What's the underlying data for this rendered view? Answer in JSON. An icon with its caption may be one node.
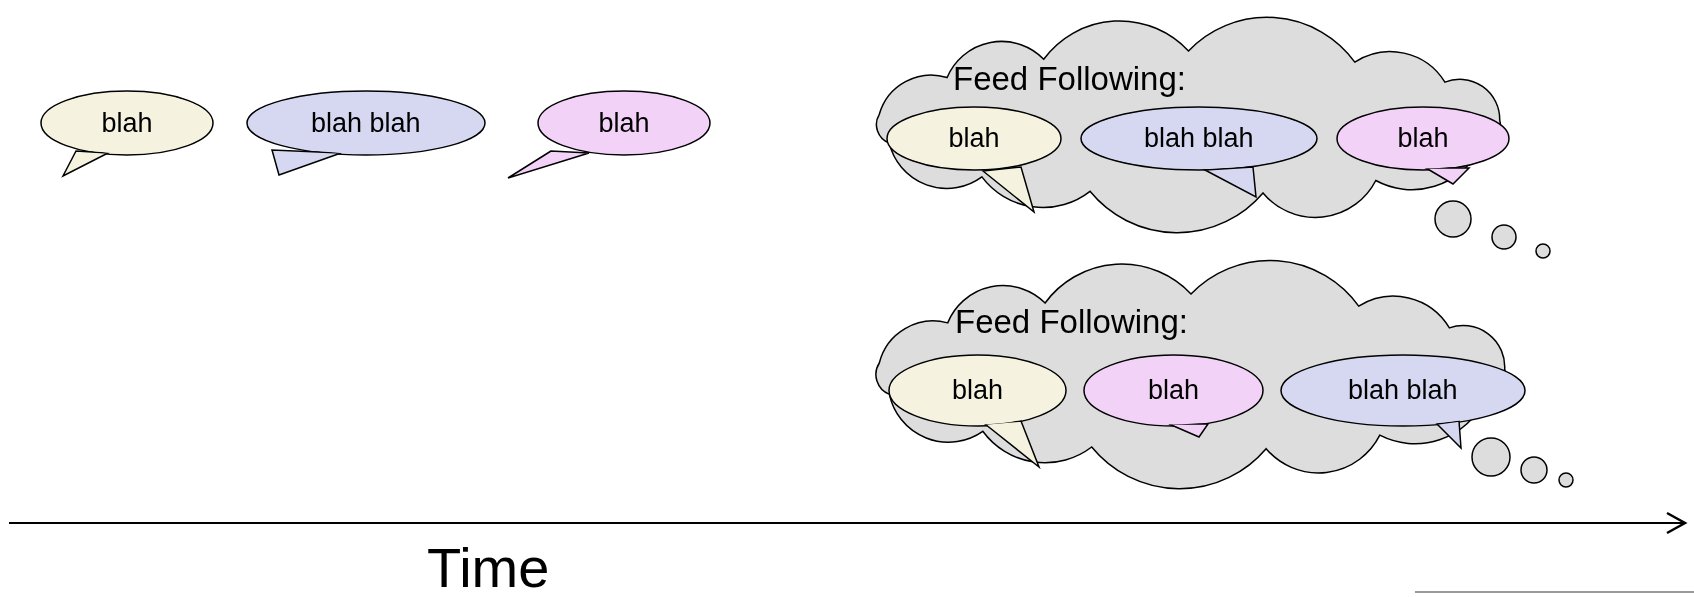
{
  "diagram": {
    "nodes": [
      {
        "text": [
          "blah"
        ]
      },
      {
        "text": [
          "blah blah"
        ]
      },
      {
        "text": [
          "blah"
        ]
      },
      {
        "text": [
          "Feed Following:"
        ]
      },
      {
        "text": [
          "blah"
        ],
        "in": 3
      },
      {
        "text": [
          "blah blah"
        ],
        "in": 3
      },
      {
        "text": [
          "blah"
        ],
        "in": 3
      },
      {
        "text": [
          "Feed Following:"
        ]
      },
      {
        "text": [
          "blah"
        ],
        "in": 7
      },
      {
        "text": [
          "blah"
        ],
        "in": 7
      },
      {
        "text": [
          "blah blah"
        ],
        "in": 7
      }
    ],
    "labels": [
      "Time"
    ]
  }
}
